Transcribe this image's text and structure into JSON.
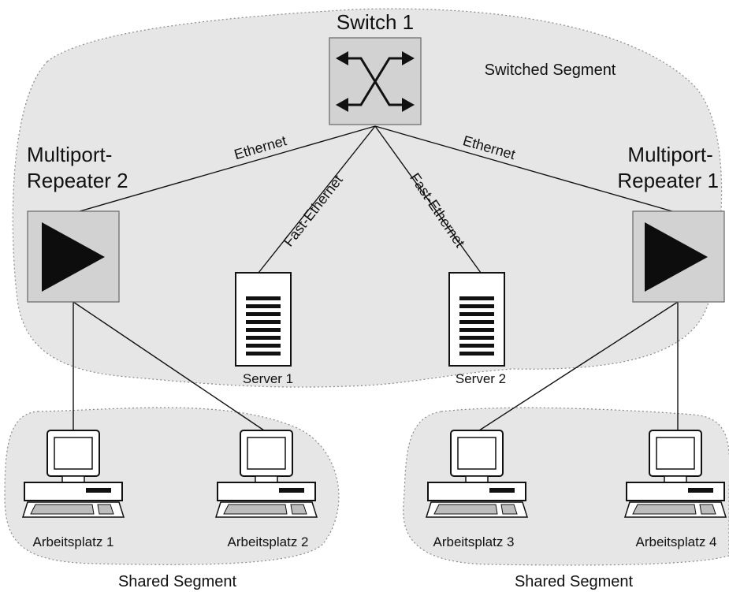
{
  "switch": {
    "label": "Switch 1"
  },
  "repeaters": [
    {
      "label_line1": "Multiport-",
      "label_line2": "Repeater 2"
    },
    {
      "label_line1": "Multiport-",
      "label_line2": "Repeater 1"
    }
  ],
  "servers": [
    {
      "label": "Server 1"
    },
    {
      "label": "Server 2"
    }
  ],
  "workstations": [
    {
      "label": "Arbeitsplatz 1"
    },
    {
      "label": "Arbeitsplatz 2"
    },
    {
      "label": "Arbeitsplatz 3"
    },
    {
      "label": "Arbeitsplatz 4"
    }
  ],
  "links": {
    "left_ethernet": "Ethernet",
    "right_ethernet": "Ethernet",
    "left_fast": "Fast-Ethernet",
    "right_fast": "Fast-Ethernet"
  },
  "segments": {
    "switched": "Switched Segment",
    "shared_left": "Shared Segment",
    "shared_right": "Shared Segment"
  }
}
